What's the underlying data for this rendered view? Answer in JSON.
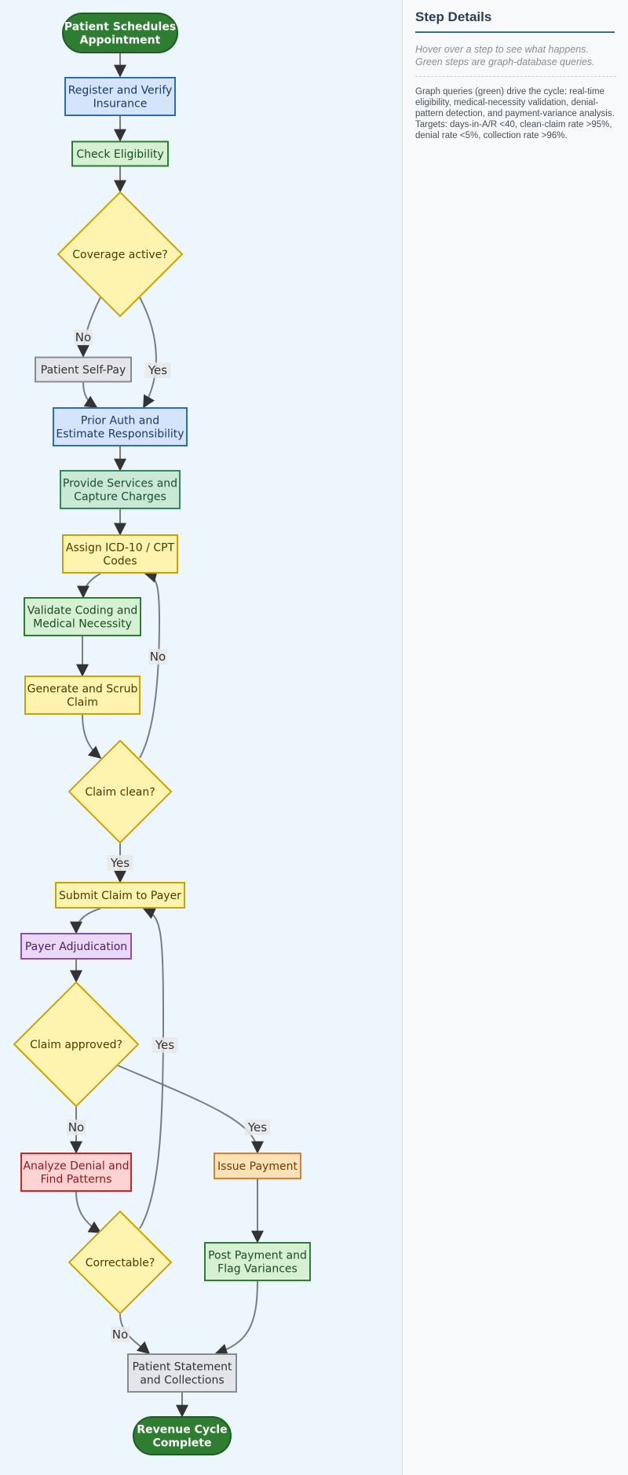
{
  "details": {
    "title": "Step Details",
    "hint": "Hover over a step to see what happens. Green steps are graph-database queries.",
    "body": "Graph queries (green) drive the cycle: real-time eligibility, medical-necessity validation, denial-pattern detection, and payment-variance analysis. Targets: days-in-A/R <40, clean-claim rate >95%, denial rate <5%, collection rate >96%."
  },
  "colors": {
    "terminal": "#2e7d32",
    "blue": "#d4e4fb",
    "green": "#d6f0d3",
    "teal": "#c9e8d6",
    "yellow": "#fff3b0",
    "gray": "#e3e5e8",
    "purple": "#ead8f5",
    "red": "#fdd3d3",
    "orange": "#ffe1b8"
  },
  "nodes": {
    "start": {
      "lines": [
        "Patient Schedules",
        "Appointment"
      ],
      "style": "terminal",
      "icon": "stadium-terminal"
    },
    "register": {
      "lines": [
        "Register and Verify",
        "Insurance"
      ],
      "style": "blue"
    },
    "eligibility": {
      "lines": [
        "Check Eligibility"
      ],
      "style": "green"
    },
    "coverage": {
      "lines": [
        "Coverage active?"
      ],
      "style": "decision"
    },
    "selfpay": {
      "lines": [
        "Patient Self-Pay"
      ],
      "style": "gray"
    },
    "priorauth": {
      "lines": [
        "Prior Auth and",
        "Estimate Responsibility"
      ],
      "style": "blue"
    },
    "services": {
      "lines": [
        "Provide Services and",
        "Capture Charges"
      ],
      "style": "teal"
    },
    "codes": {
      "lines": [
        "Assign ICD-10 / CPT",
        "Codes"
      ],
      "style": "yellow"
    },
    "validate": {
      "lines": [
        "Validate Coding and",
        "Medical Necessity"
      ],
      "style": "green"
    },
    "scrub": {
      "lines": [
        "Generate and Scrub",
        "Claim"
      ],
      "style": "yellow"
    },
    "clean": {
      "lines": [
        "Claim clean?"
      ],
      "style": "decision"
    },
    "submit": {
      "lines": [
        "Submit Claim to Payer"
      ],
      "style": "yellow"
    },
    "adjudication": {
      "lines": [
        "Payer Adjudication"
      ],
      "style": "purple"
    },
    "approved": {
      "lines": [
        "Claim approved?"
      ],
      "style": "decision"
    },
    "denial": {
      "lines": [
        "Analyze Denial and",
        "Find Patterns"
      ],
      "style": "red"
    },
    "payment": {
      "lines": [
        "Issue Payment"
      ],
      "style": "orange"
    },
    "correctable": {
      "lines": [
        "Correctable?"
      ],
      "style": "decision"
    },
    "postpayment": {
      "lines": [
        "Post Payment and",
        "Flag Variances"
      ],
      "style": "green"
    },
    "statement": {
      "lines": [
        "Patient Statement",
        "and Collections"
      ],
      "style": "gray"
    },
    "end": {
      "lines": [
        "Revenue Cycle",
        "Complete"
      ],
      "style": "terminal"
    }
  },
  "edge_labels": {
    "coverage_no": "No",
    "coverage_yes": "Yes",
    "clean_no": "No",
    "clean_yes": "Yes",
    "approved_yes_submit": "Yes",
    "approved_no": "No",
    "approved_yes_pay": "Yes",
    "correctable_no": "No"
  }
}
